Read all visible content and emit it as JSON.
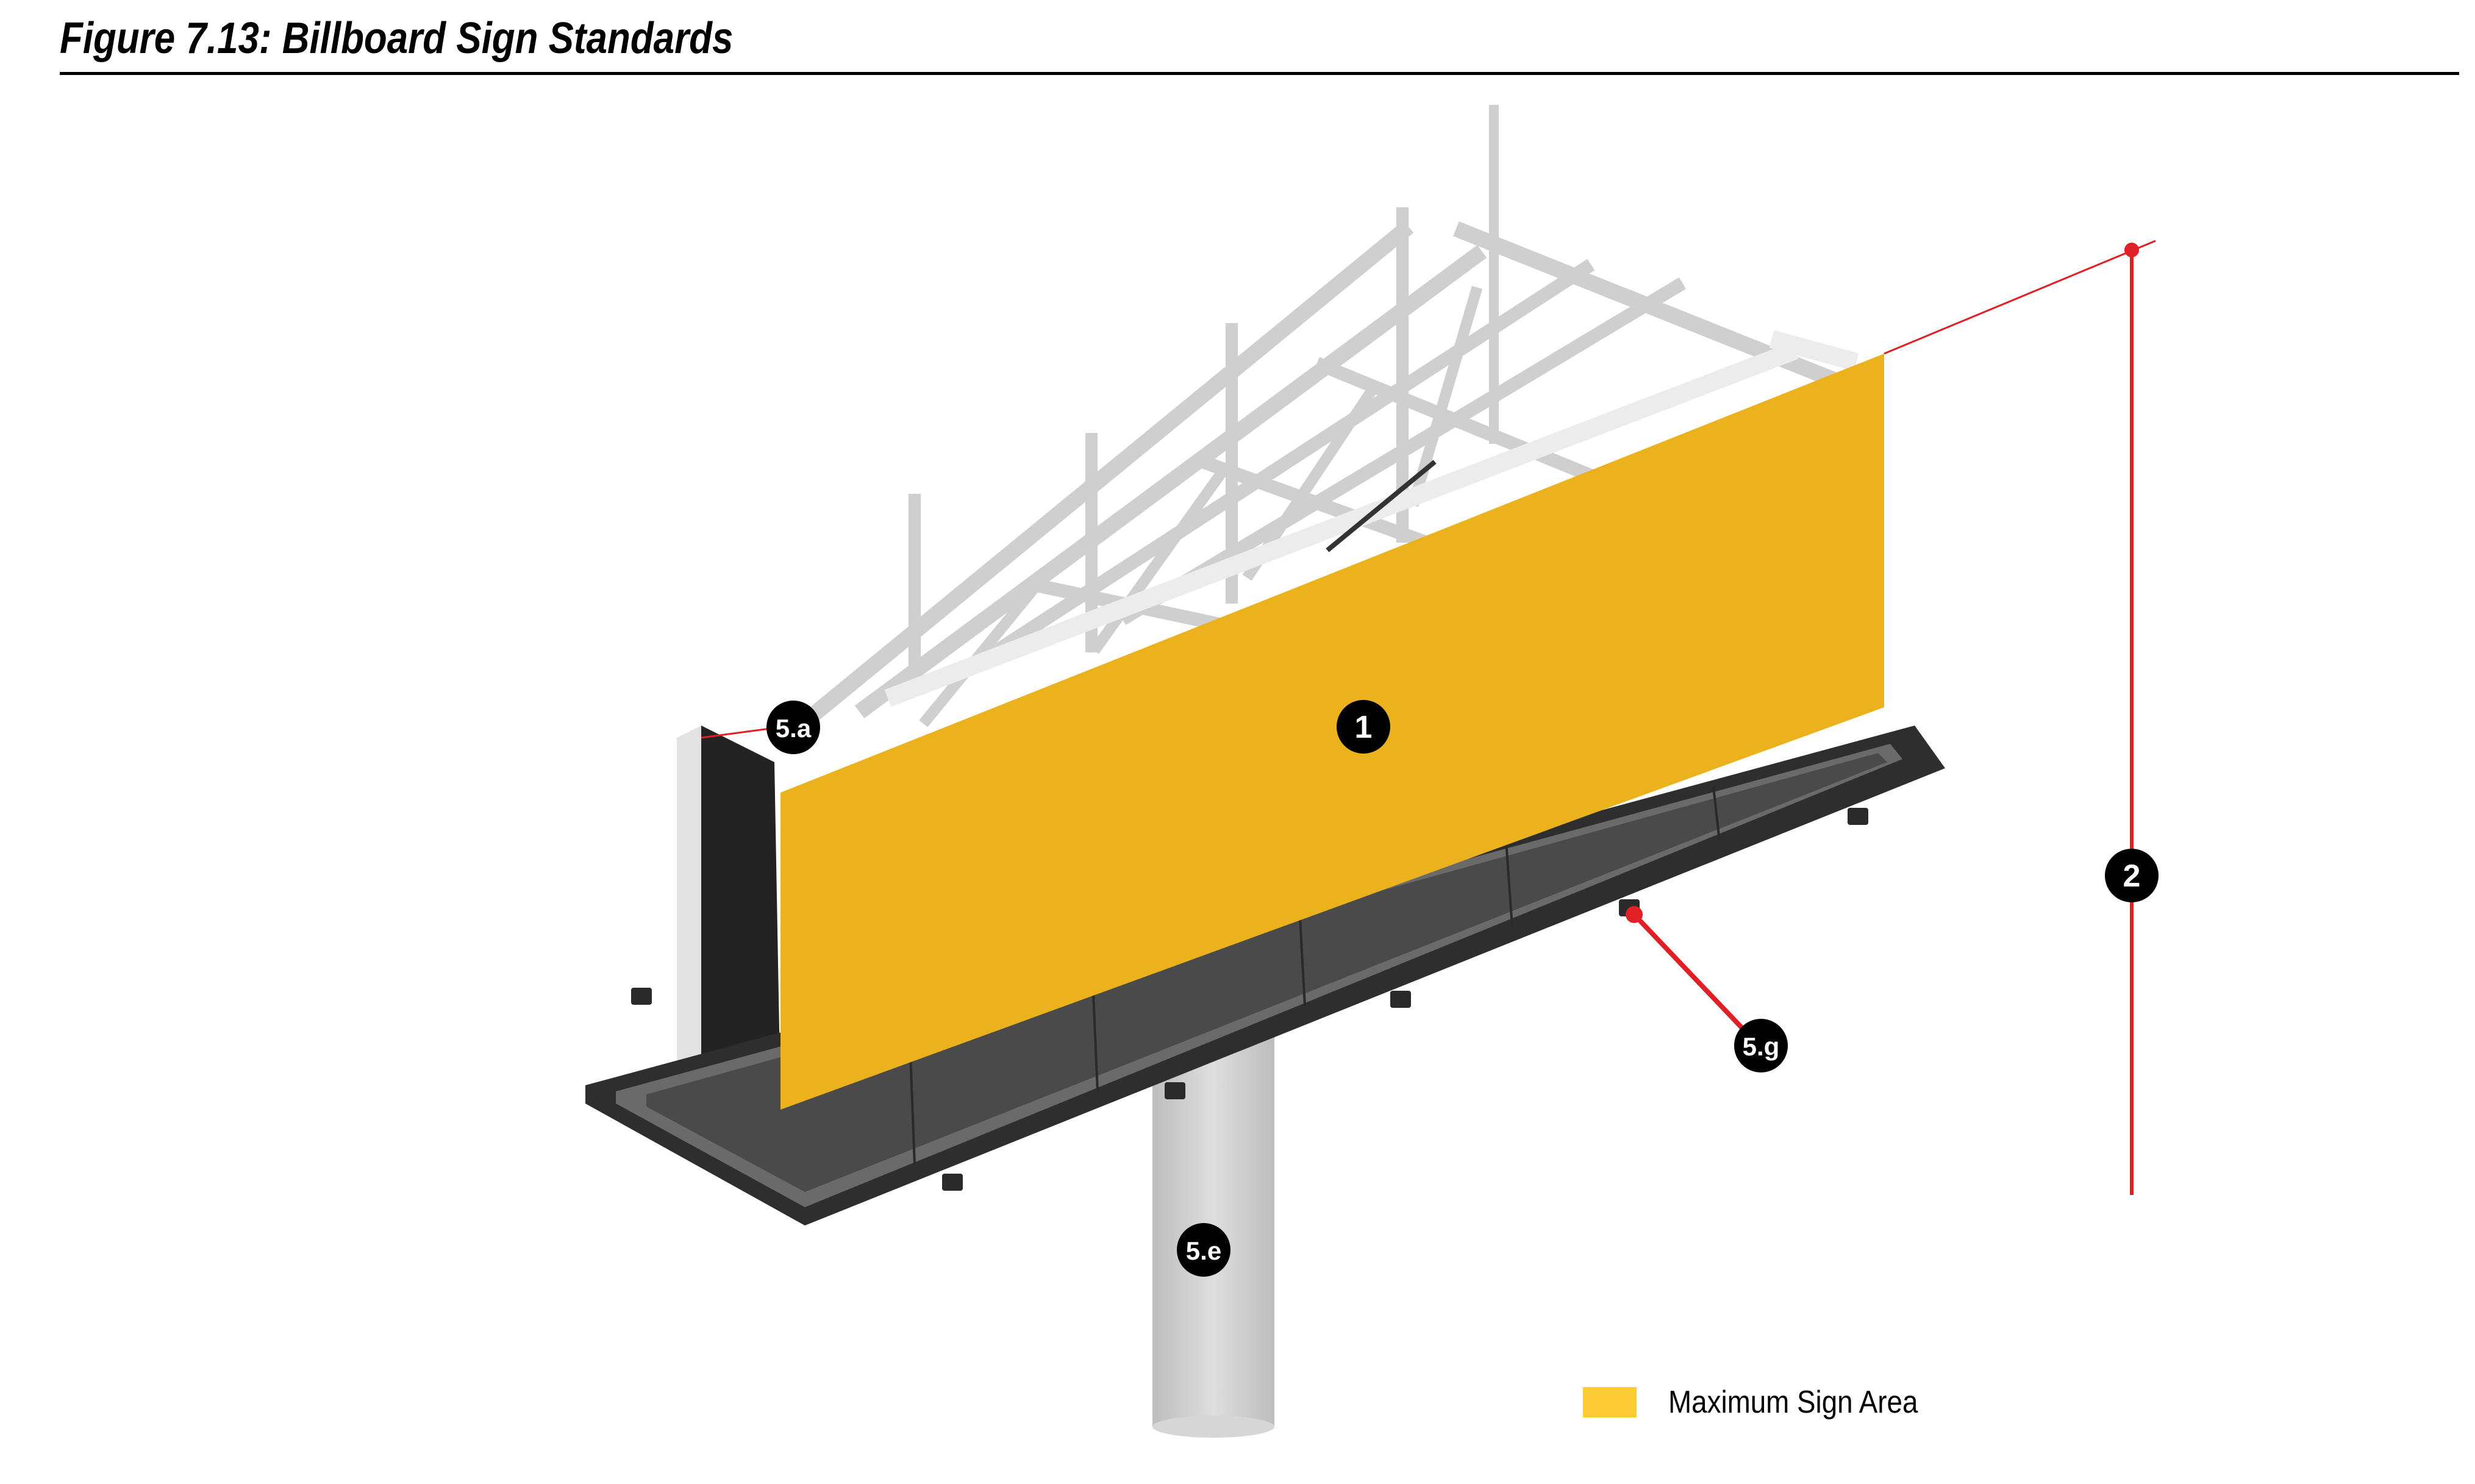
{
  "figure": {
    "title": "Figure 7.13: Billboard Sign Standards"
  },
  "callouts": {
    "sign_face": "1",
    "max_height": "2",
    "extension": "5.a",
    "pole": "5.e",
    "lighting": "5.g"
  },
  "legend": {
    "label": "Maximum Sign Area",
    "swatch_color": "#FDCB34"
  },
  "colors": {
    "sign_face": "#EBB21E",
    "dimension_line": "#E01F26",
    "structure_dark": "#2B2B2B",
    "structure_light": "#CFCFCF",
    "pole": "#C9C9C9"
  }
}
